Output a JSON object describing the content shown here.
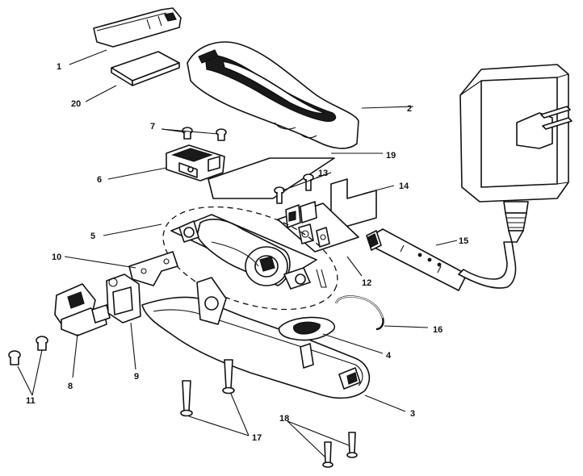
{
  "callouts": {
    "c1": "1",
    "c2": "2",
    "c3": "3",
    "c4": "4",
    "c5": "5",
    "c6": "6",
    "c7": "7",
    "c8": "8",
    "c9": "9",
    "c10": "10",
    "c11": "11",
    "c12": "12",
    "c13": "13",
    "c14": "14",
    "c15": "15",
    "c16": "16",
    "c17": "17",
    "c18": "18",
    "c19": "19",
    "c20": "20"
  },
  "parts_shown": [
    "top-cap",
    "housing-top-cover",
    "housing-bottom",
    "switch-button",
    "motor-assembly",
    "blade-bracket",
    "screws",
    "battery-clip",
    "contact-plate",
    "insulator-plate",
    "screw",
    "circuit-board",
    "screws",
    "insulator",
    "charging-cord",
    "spring-wire",
    "long-screws",
    "short-screws",
    "insulation-sheet",
    "foam-pad",
    "ac-adapter"
  ],
  "colors": {
    "line": "#111111",
    "background": "#ffffff",
    "shade": "#d9d9d9"
  }
}
